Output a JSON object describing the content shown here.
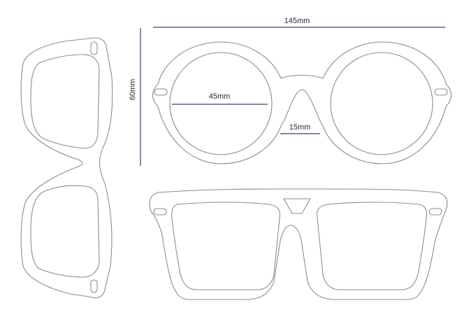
{
  "dimensions": {
    "total_width": "145mm",
    "lens_height": "60mm",
    "lens_width": "45mm",
    "bridge_width": "15mm"
  },
  "colors": {
    "frame_outline": "#8c8c8c",
    "dimension_line": "#3a3f7a",
    "label_text": "#2b2b2b",
    "background": "#ffffff"
  }
}
